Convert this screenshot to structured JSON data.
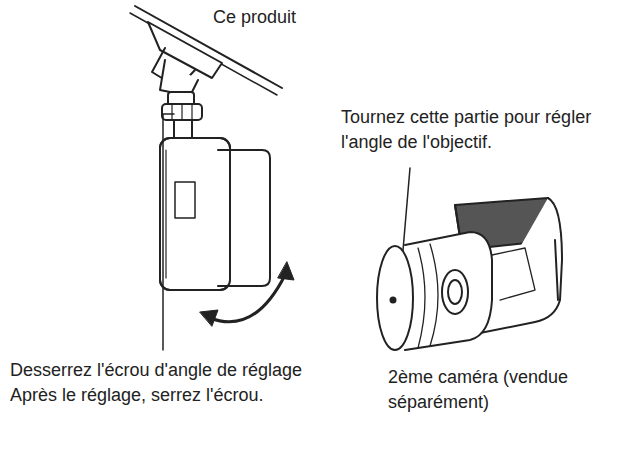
{
  "diagram": {
    "labels": [
      "Ce produit",
      "Tournez cette partie pour régler l'angle de l'objectif.",
      "Desserrez l'écrou d'angle de réglage Après le réglage, serrez l'écrou.",
      "2ème caméra (vendue séparément)"
    ]
  }
}
